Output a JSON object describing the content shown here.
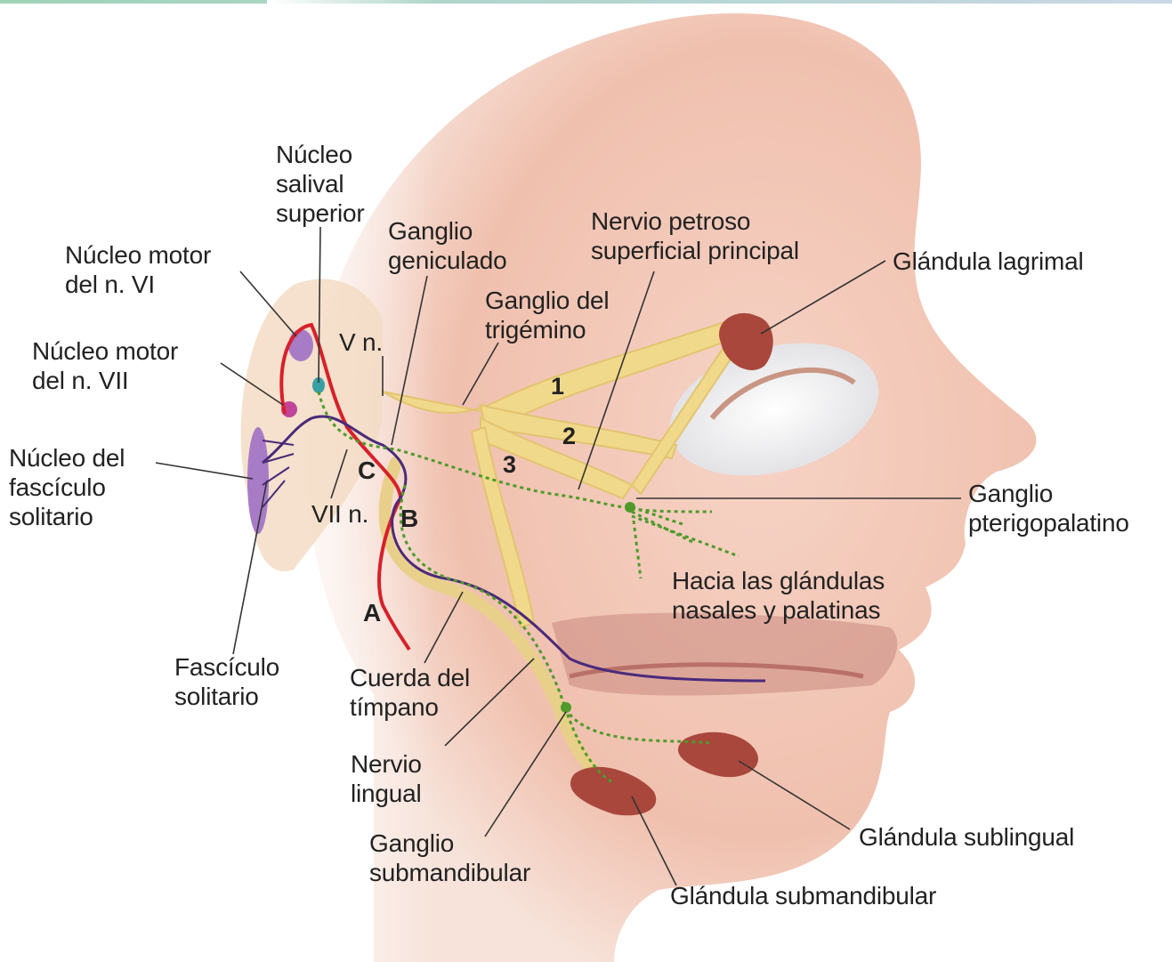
{
  "labels": {
    "nucleo_salival": "Núcleo\nsalival\nsuperior",
    "ganglio_geniculado": "Ganglio\ngeniculado",
    "nervio_petroso": "Nervio petroso\nsuperficial principal",
    "glandula_lagrimal": "Glándula lagrimal",
    "nucleo_motor_vi": "Núcleo motor\ndel n. VI",
    "ganglio_trigemino": "Ganglio del\ntrigémino",
    "v_n": "V n.",
    "nucleo_motor_vii": "Núcleo motor\ndel n. VII",
    "nucleo_fasciculo": "Núcleo del\nfascículo\nsolitario",
    "num_1": "1",
    "num_2": "2",
    "num_3": "3",
    "letter_c": "C",
    "vii_n": "VII n.",
    "letter_b": "B",
    "ganglio_pterigopalatino": "Ganglio\npterigopalatino",
    "hacia_glandulas": "Hacia las glándulas\nnasales y palatinas",
    "letter_a": "A",
    "fasciculo_solitario": "Fascículo\nsolitario",
    "cuerda_timpano": "Cuerda del\ntímpano",
    "nervio_lingual": "Nervio\nlingual",
    "ganglio_submandibular": "Ganglio\nsubmandibular",
    "glandula_sublingual": "Glándula sublingual",
    "glandula_submandibular": "Glándula submandibular"
  },
  "colors": {
    "skin": "#f3c9bb",
    "skin_dark": "#e4a694",
    "nerve_yellow": "#f1d98c",
    "motor_red": "#d8202a",
    "sensory_purple": "#4a2a7a",
    "parasympathetic_green": "#4f9a2a",
    "gland": "#a9473c",
    "nucleus_purple": "#a77bc6"
  }
}
